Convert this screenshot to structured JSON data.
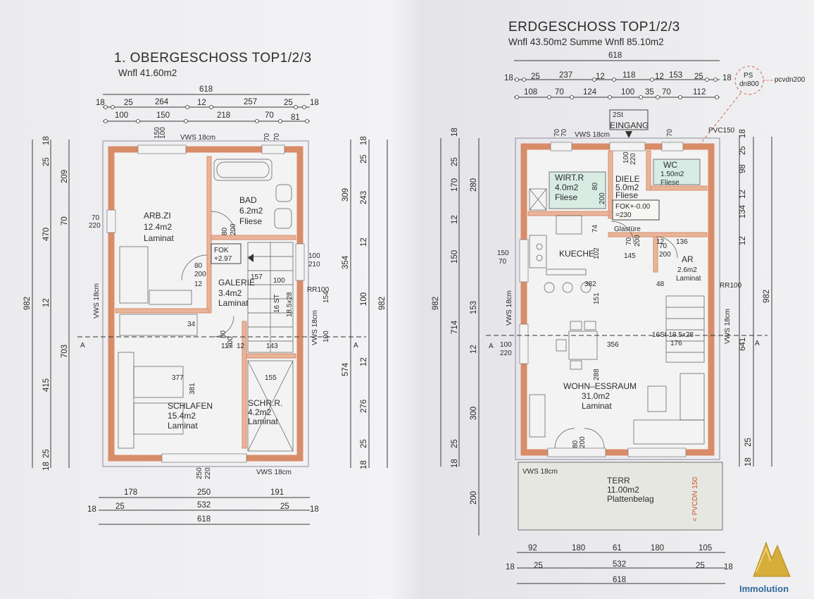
{
  "upper": {
    "title": "1. OBERGESCHOSS  TOP1/2/3",
    "area": "Wnfl  41.60m2",
    "top_total": "618",
    "top_row1": [
      "18",
      "25",
      "264",
      "12",
      "257",
      "25",
      "18"
    ],
    "top_row2": [
      "100",
      "150",
      "218",
      "70",
      "81"
    ],
    "window_labels": [
      "150",
      "100",
      "70",
      "70"
    ],
    "vws_top": "VWS 18cm",
    "vws_left": "VWS 18cm",
    "vws_right": "VWS 18cm",
    "vws_bottom": "VWS 18cm",
    "left_outer": "982",
    "left_mid": [
      "25",
      "18",
      "470",
      "12",
      "415",
      "25",
      "18"
    ],
    "left_inner": [
      "209",
      "70",
      "703"
    ],
    "left_window": [
      "70",
      "220"
    ],
    "right_inner": [
      "309",
      "243",
      "12",
      "100",
      "354",
      "574",
      "276",
      "25",
      "18"
    ],
    "right_total": "982",
    "right_small": [
      "100",
      "210",
      "100",
      "154",
      "100",
      "100"
    ],
    "rooms": [
      {
        "name": "ARB.ZI",
        "area": "12.4m2",
        "floor": "Laminat"
      },
      {
        "name": "BAD",
        "area": "6.2m2",
        "floor": "Fliese"
      },
      {
        "name": "GALERIE",
        "area": "3.4m2",
        "floor": "Laminat"
      },
      {
        "name": "SCHLAFEN",
        "area": "15.4m2",
        "floor": "Laminat"
      },
      {
        "name": "SCHR.R.",
        "area": "4.2m2",
        "floor": "Laminat"
      }
    ],
    "fok": [
      "FOK",
      "+2.97"
    ],
    "inner_dims": [
      "80",
      "200",
      "80",
      "200",
      "12",
      "157",
      "100",
      "16 ST",
      "18.5x28",
      "34",
      "80",
      "200",
      "117",
      "12",
      "143",
      "377",
      "381",
      "155"
    ],
    "rr": "RR100",
    "section": "A",
    "bottom_row1": [
      "178",
      "250",
      "191"
    ],
    "bottom_row2": [
      "18",
      "25",
      "532",
      "25",
      "18"
    ],
    "bottom_total": "618",
    "bottom_door": [
      "250",
      "220"
    ]
  },
  "ground": {
    "title": "ERDGESCHOSS  TOP1/2/3",
    "area": "Wnfl 43.50m2   Summe Wnfl  85.10m2",
    "top_total": "618",
    "top_row1": [
      "18",
      "25",
      "237",
      "12",
      "118",
      "12",
      "153",
      "25",
      "18"
    ],
    "top_row2": [
      "108",
      "70",
      "124",
      "100",
      "35",
      "70",
      "112"
    ],
    "ps": [
      "PS",
      "dn800"
    ],
    "pvc_top": "pcvdn200",
    "entry": [
      "2St",
      "EINGANG"
    ],
    "vws_top": "VWS 18cm",
    "pvc150": "PVC150",
    "window_labels": [
      "70",
      "70",
      "100",
      "220",
      "70"
    ],
    "left_outer": "982",
    "left_mid": [
      "25",
      "18",
      "170",
      "12",
      "150",
      "153",
      "12",
      "300",
      "25",
      "18"
    ],
    "left_inner": [
      "280",
      "714",
      "200"
    ],
    "left_window": [
      "150",
      "70",
      "100",
      "220"
    ],
    "right_inner": [
      "25",
      "18",
      "98",
      "12",
      "134",
      "12",
      "641",
      "25",
      "18"
    ],
    "right_total": "982",
    "rooms": [
      {
        "name": "WIRT.R",
        "area": "4.0m2",
        "floor": "Fliese"
      },
      {
        "name": "DIELE",
        "area": "5.0m2",
        "floor": "Fliese"
      },
      {
        "name": "WC",
        "area": "1.50m2",
        "floor": "Fliese"
      },
      {
        "name": "KUECHE",
        "area": "",
        "floor": ""
      },
      {
        "name": "AR",
        "area": "2.6m2",
        "floor": "Laminat"
      },
      {
        "name": "WOHN–ESSRAUM",
        "area": "31.0m2",
        "floor": "Laminat"
      }
    ],
    "fok": [
      "FOK+-0.00",
      "=230"
    ],
    "glastuere": "Glastüre",
    "inner_dims": [
      "80",
      "200",
      "74",
      "70",
      "200",
      "102",
      "145",
      "12",
      "136",
      "382",
      "48",
      "151",
      "356",
      "176",
      "288",
      "80",
      "200",
      "180",
      "230",
      "16St 18.5x28",
      "70",
      "200"
    ],
    "rr": "RR100",
    "vws_bottom": "VWS 18cm",
    "terrace": {
      "name": "TERR",
      "area": "11.00m2",
      "floor": "Plattenbelag"
    },
    "pvcdn150": "< PVCDN 150",
    "section": "A",
    "bottom_row1": [
      "92",
      "180",
      "61",
      "180",
      "105"
    ],
    "bottom_row2": [
      "18",
      "25",
      "532",
      "25",
      "18"
    ],
    "bottom_total": "618"
  },
  "logo": {
    "text": "Immolution",
    "color": "#c9a227"
  },
  "colors": {
    "wall": "#d88c68",
    "green_room": "#d8ece4"
  }
}
